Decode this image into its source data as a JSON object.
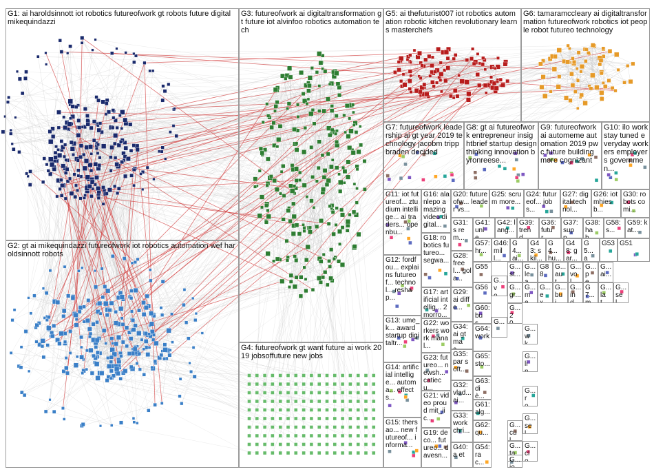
{
  "title": "",
  "groups": [
    {
      "id": "G1",
      "label": "G1: ai haroldsinnott iot robotics futureofwork gt robots future digital mikequindazzi"
    },
    {
      "id": "G2",
      "label": "G2: gt ai mikequindazzi futureofwork iot robotics automation wef haroldsinnott robots"
    },
    {
      "id": "G3",
      "label": "G3: futureofwork ai digitaltransformation gt future iot alvinfoo robotics automation tech"
    },
    {
      "id": "G4",
      "label": "G4: futureofwork gt want future ai work 2019 jobsoffuture new jobs"
    },
    {
      "id": "G5",
      "label": "G5: ai thefuturist007 iot robotics automation robotic kitchen revolutionary learns masterchefs"
    },
    {
      "id": "G6",
      "label": "G6: tamaramccleary ai digitaltransformation futureofwork robotics iot people robot futureo technology"
    },
    {
      "id": "G7",
      "label": "G7: futureofwork leadership ai gt year 2019 technology jacobm trippbraden decided"
    },
    {
      "id": "G8",
      "label": "G8: gt ai futureofwork entrepreneur insightbrief startup designthinking innovation byronreese..."
    },
    {
      "id": "G9",
      "label": "G9: futureofwork ai automeme automation 2019 pwc future building more cognizant"
    },
    {
      "id": "G10",
      "label": "G10: ilo work stay tuned everyday workers employers governmen..."
    },
    {
      "id": "G11",
      "label": "G11: iot futureof... ztudium intellige... ai traders... openbu..."
    },
    {
      "id": "G12",
      "label": "G12: fordfou... explains futureof... technol... reshap..."
    },
    {
      "id": "G13",
      "label": "G13: ume_k... award startup digitaltr..."
    },
    {
      "id": "G14",
      "label": "G14: artificial intellige... automa... effects..."
    },
    {
      "id": "G15",
      "label": "G15: thersao... new futureof... informa..."
    },
    {
      "id": "G16",
      "label": "G16: alanlepo amazing video digital..."
    },
    {
      "id": "G17",
      "label": "G17: artificial intellig... 2morro..."
    },
    {
      "id": "G18",
      "label": "G18: robotics futureo... segwa..."
    },
    {
      "id": "G19",
      "label": "G19: deco... futureo... davesn..."
    },
    {
      "id": "G20",
      "label": "G20: futureofw... leader vs..."
    },
    {
      "id": "G21",
      "label": "G21: video proud mit_iic..."
    },
    {
      "id": "G22",
      "label": "G22: workers work manal..."
    },
    {
      "id": "G23",
      "label": "G23: futureo... newsh... catiecu..."
    },
    {
      "id": "G24",
      "label": "G24: futureof... jobs..."
    },
    {
      "id": "G25",
      "label": "G25: scrum more..."
    },
    {
      "id": "G26",
      "label": "G26: iot mhiesb..."
    },
    {
      "id": "G27",
      "label": "G27: digital technol..."
    },
    {
      "id": "G28",
      "label": "G28: freel... gola..."
    },
    {
      "id": "G29",
      "label": "G29: ai diffe..."
    },
    {
      "id": "G30",
      "label": "G30: robots comi..."
    },
    {
      "id": "G31",
      "label": "G31: s rem..."
    },
    {
      "id": "G32",
      "label": "G32: vlad... ai..."
    },
    {
      "id": "G33",
      "label": "G33: work chri..."
    },
    {
      "id": "G34",
      "label": "G34: ai gt mac..."
    },
    {
      "id": "G35",
      "label": "G35: par soft..."
    },
    {
      "id": "G36",
      "label": "G36: futur... ..."
    },
    {
      "id": "G37",
      "label": "G37: supp..."
    },
    {
      "id": "G38",
      "label": "G38: hab..."
    },
    {
      "id": "G39",
      "label": "G39: trend..."
    },
    {
      "id": "G40",
      "label": "G40: a et"
    },
    {
      "id": "G41",
      "label": "G41: unle..."
    },
    {
      "id": "G42",
      "label": "G42: lang..."
    },
    {
      "id": "G43",
      "label": "G43: skil..."
    },
    {
      "id": "G44",
      "label": "G4... hu..."
    },
    {
      "id": "G46",
      "label": "G46: mill..."
    },
    {
      "id": "G47",
      "label": "G4... ai..."
    },
    {
      "id": "G48",
      "label": "G48: gar..."
    },
    {
      "id": "G49",
      "label": "G5... am..."
    },
    {
      "id": "G51",
      "label": "G51"
    },
    {
      "id": "G53",
      "label": "G53"
    },
    {
      "id": "G54",
      "label": "G54: rac..."
    },
    {
      "id": "G55",
      "label": "G55"
    },
    {
      "id": "G56",
      "label": "G56"
    },
    {
      "id": "G57",
      "label": "G57: hr..."
    },
    {
      "id": "G58",
      "label": "G58: s..."
    },
    {
      "id": "G59",
      "label": "G59: kat..."
    },
    {
      "id": "G60",
      "label": "G60: bus..."
    },
    {
      "id": "G61",
      "label": "G61: alg..."
    },
    {
      "id": "G62",
      "label": "G62: qu..."
    },
    {
      "id": "G63",
      "label": "G63: di è..."
    },
    {
      "id": "G64",
      "label": "G64: work"
    },
    {
      "id": "G65",
      "label": "G65: sto..."
    },
    {
      "id": "G66",
      "label": "G... vo..."
    },
    {
      "id": "G67",
      "label": "G..."
    },
    {
      "id": "G68",
      "label": "G... me..."
    },
    {
      "id": "G69",
      "label": "G... ex..."
    },
    {
      "id": "G70",
      "label": "G... bui..."
    },
    {
      "id": "G71",
      "label": "G... ind..."
    },
    {
      "id": "G72",
      "label": "G7... mo..."
    },
    {
      "id": "G73",
      "label": "G... lat..."
    },
    {
      "id": "G74",
      "label": "G... sel..."
    },
    {
      "id": "G75",
      "label": "G... lea..."
    },
    {
      "id": "G76",
      "label": "G... st..."
    },
    {
      "id": "G77",
      "label": "G... aut..."
    },
    {
      "id": "G78",
      "label": "G... vol..."
    },
    {
      "id": "G79",
      "label": "G... pe..."
    },
    {
      "id": "G80",
      "label": "G... ai..."
    },
    {
      "id": "G81",
      "label": "G... gr..."
    },
    {
      "id": "G82",
      "label": "G... 20..."
    },
    {
      "id": "G83",
      "label": "G... wk..."
    },
    {
      "id": "G84",
      "label": "G... lin..."
    },
    {
      "id": "G85",
      "label": "G... ro..."
    },
    {
      "id": "G86",
      "label": "G... sel..."
    },
    {
      "id": "G87",
      "label": "G... cul..."
    },
    {
      "id": "G88",
      "label": "G88"
    },
    {
      "id": "G89",
      "label": "G... tal..."
    },
    {
      "id": "G90",
      "label": "G... clo..."
    },
    {
      "id": "G91",
      "label": "G... joi..."
    }
  ],
  "colors": {
    "G1": "#1a2a6c",
    "G2": "#3a7fc7",
    "G3": "#2e7d32",
    "G4": "#66bb6a",
    "G5": "#b71c1c",
    "G6": "#e69a28",
    "edge": "#bdbdbd",
    "edge_red": "#d23b3b"
  }
}
